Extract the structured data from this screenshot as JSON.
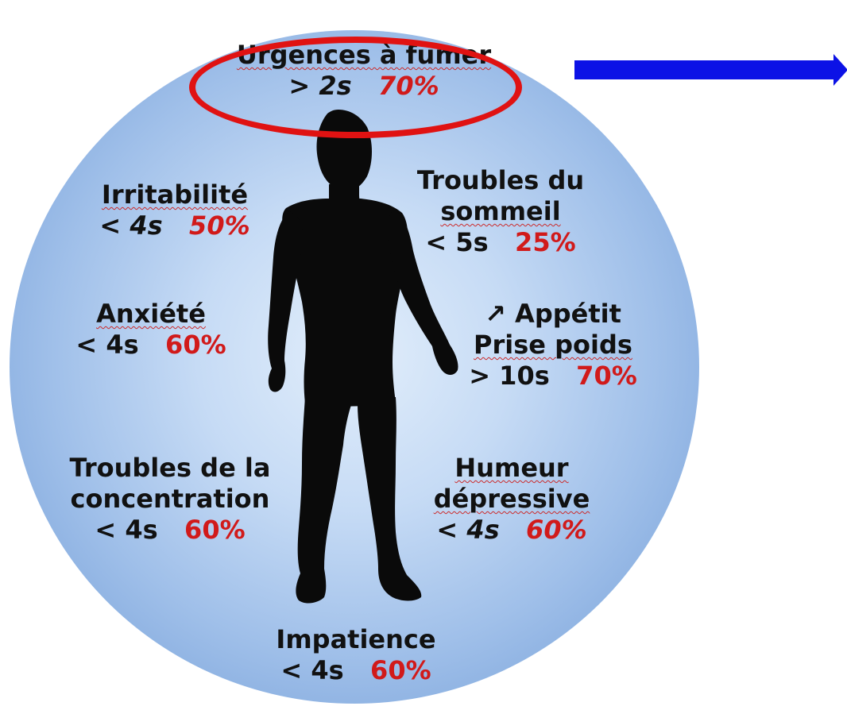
{
  "colors": {
    "circle": "#9fbfe9",
    "figure": "#0a0a0a",
    "ring": "#e01212",
    "arrow": "#0c12e6",
    "percentage": "#d11a1a"
  },
  "symptoms": {
    "urgences": {
      "title": "Urgences à fumer",
      "time": "> 2s",
      "pct": "70%"
    },
    "irritabilite": {
      "title": "Irritabilité",
      "time": "< 4s",
      "pct": "50%"
    },
    "troubles_sommeil": {
      "title_line1": "Troubles du",
      "title_line2": "sommeil",
      "time": "< 5s",
      "pct": "25%"
    },
    "anxiete": {
      "title": "Anxiété",
      "time": "< 4s",
      "pct": "60%"
    },
    "appetit": {
      "title_line1": "↗ Appétit",
      "title_line2": "Prise poids",
      "time": "> 10s",
      "pct": "70%"
    },
    "concentration": {
      "title_line1": "Troubles de la",
      "title_line2": "concentration",
      "time": "< 4s",
      "pct": "60%"
    },
    "humeur": {
      "title_line1": "Humeur",
      "title_line2": "dépressive",
      "time": "< 4s",
      "pct": "60%"
    },
    "impatience": {
      "title": "Impatience",
      "time": "< 4s",
      "pct": "60%"
    }
  }
}
